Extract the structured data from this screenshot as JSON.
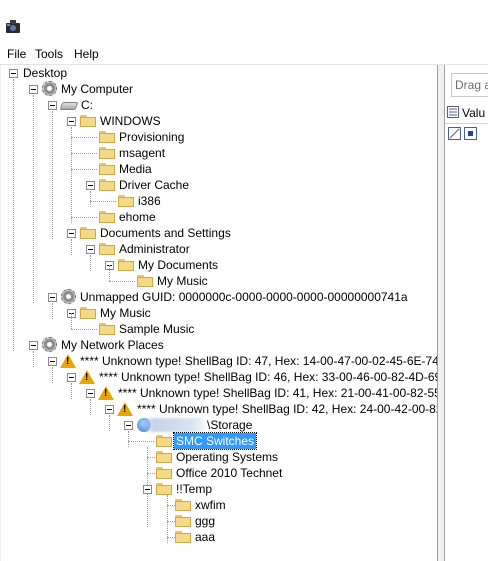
{
  "menu": {
    "file": "File",
    "tools": "Tools",
    "help": "Help"
  },
  "right_panel": {
    "drag_hint": "Drag a",
    "column_label": "Valu"
  },
  "tree": {
    "desktop": "Desktop",
    "my_computer": "My Computer",
    "c_drive": "C:",
    "windows": "WINDOWS",
    "provisioning": "Provisioning",
    "msagent": "msagent",
    "media": "Media",
    "driver_cache": "Driver Cache",
    "i386": "i386",
    "ehome": "ehome",
    "docs_settings": "Documents and Settings",
    "administrator": "Administrator",
    "my_documents": "My Documents",
    "my_music_1": "My Music",
    "unmapped_guid": "Unmapped GUID: 0000000c-0000-0000-0000-00000000741a",
    "my_music_2": "My Music",
    "sample_music": "Sample Music",
    "network_places": "My Network Places",
    "unknown_47": "**** Unknown type! ShellBag ID: 47, Hex: 14-00-47-00-02-45-6E-74-6",
    "unknown_46": "**** Unknown type! ShellBag ID: 46, Hex: 33-00-46-00-82-4D-69-",
    "unknown_41": "**** Unknown type! ShellBag ID: 41, Hex: 21-00-41-00-82-55-",
    "unknown_42": "**** Unknown type! ShellBag ID: 42, Hex: 24-00-42-00-82-",
    "storage": "\\Storage",
    "smc_switches": "SMC Switches",
    "operating_systems": "Operating Systems",
    "office_2010": "Office 2010 Technet",
    "temp": "!!Temp",
    "xwfim": "xwfim",
    "ggg": "ggg",
    "aaa": "aaa"
  }
}
